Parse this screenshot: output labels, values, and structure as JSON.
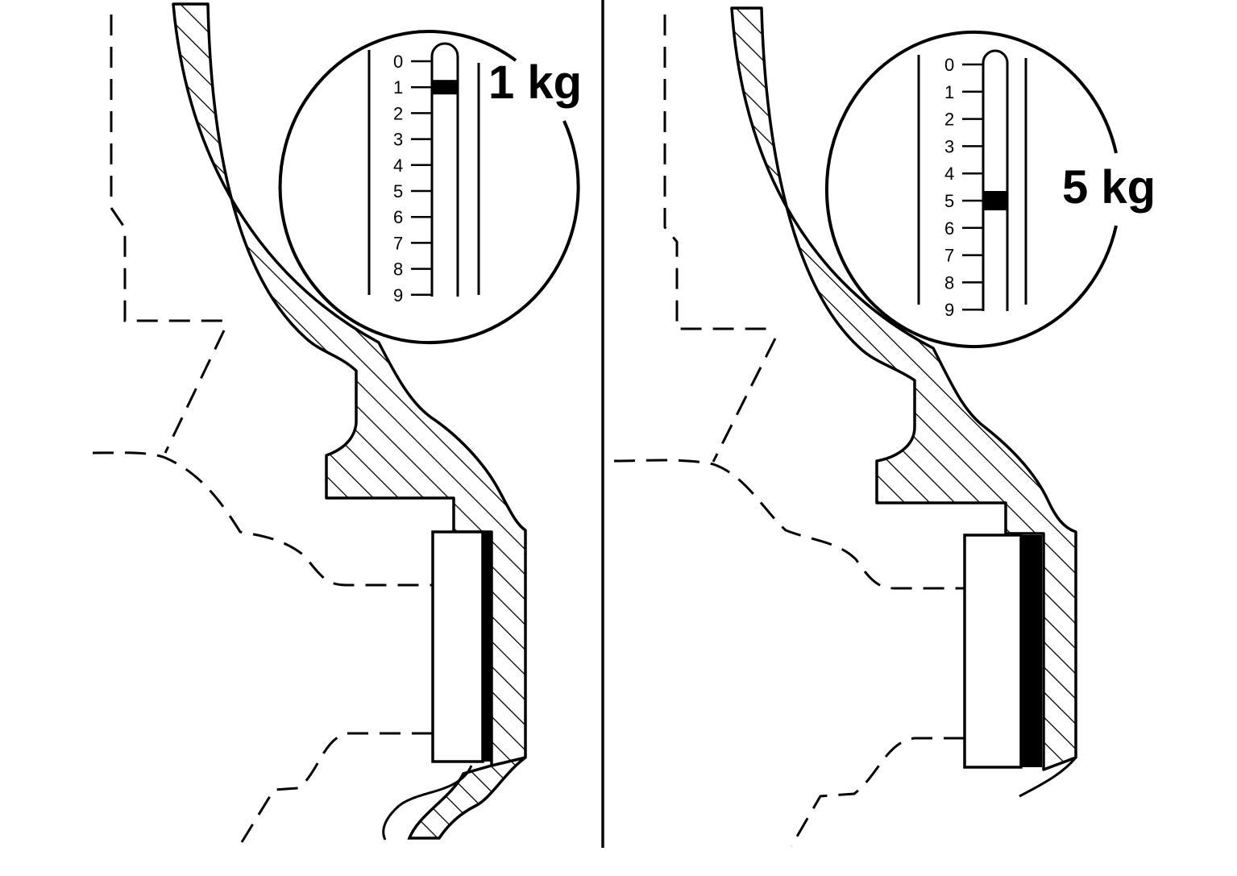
{
  "colors": {
    "ink": "#000000",
    "paper": "#ffffff"
  },
  "panels": [
    {
      "id": "left",
      "reading": "1 kg",
      "reading_value": 1,
      "gauge": {
        "ticks": [
          "0",
          "1",
          "2",
          "3",
          "4",
          "5",
          "6",
          "7",
          "8",
          "9"
        ]
      }
    },
    {
      "id": "right",
      "reading": "5 kg",
      "reading_value": 5,
      "gauge": {
        "ticks": [
          "0",
          "1",
          "2",
          "3",
          "4",
          "5",
          "6",
          "7",
          "8",
          "9"
        ]
      }
    }
  ]
}
